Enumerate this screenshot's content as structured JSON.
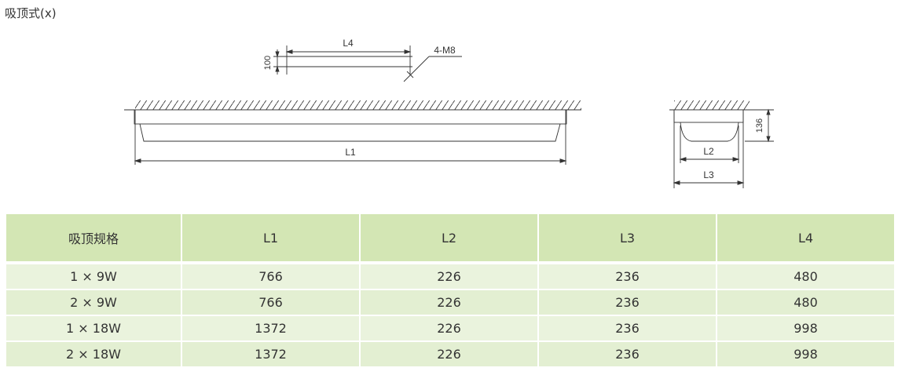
{
  "page": {
    "title": "吸顶式(x)"
  },
  "drawing": {
    "labels": {
      "l4": "L4",
      "l1": "L1",
      "l2": "L2",
      "l3": "L3",
      "bolt": "4-M8",
      "height100": "100",
      "height136": "136"
    }
  },
  "table": {
    "headers": [
      "吸顶规格",
      "L1",
      "L2",
      "L3",
      "L4"
    ],
    "rows": [
      [
        "1 × 9W",
        "766",
        "226",
        "236",
        "480"
      ],
      [
        "2 × 9W",
        "766",
        "226",
        "236",
        "480"
      ],
      [
        "1 × 18W",
        "1372",
        "226",
        "236",
        "998"
      ],
      [
        "2 × 18W",
        "1372",
        "226",
        "236",
        "998"
      ]
    ],
    "colors": {
      "header": "#d3e6b4",
      "row_odd": "#eaf3dd",
      "row_even": "#e3efd2"
    }
  }
}
